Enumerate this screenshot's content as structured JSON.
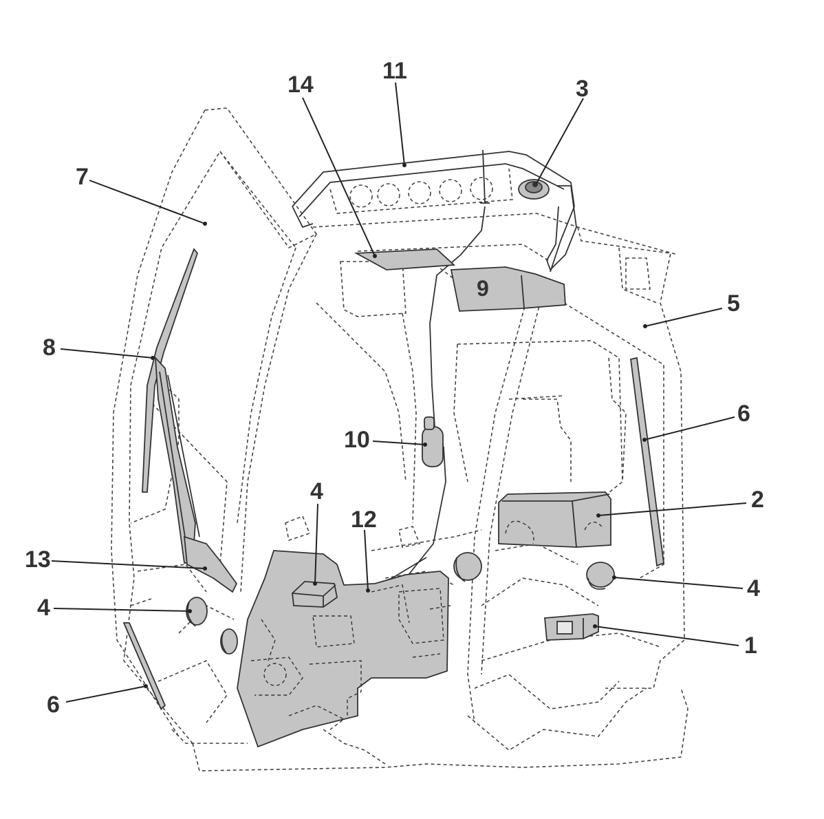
{
  "callouts": {
    "c1": "1",
    "c2": "2",
    "c3": "3",
    "c4a": "4",
    "c4b": "4",
    "c4c": "4",
    "c5": "5",
    "c6a": "6",
    "c6b": "6",
    "c7": "7",
    "c8": "8",
    "c9": "9",
    "c10": "10",
    "c11": "11",
    "c12": "12",
    "c13": "13",
    "c14": "14"
  }
}
